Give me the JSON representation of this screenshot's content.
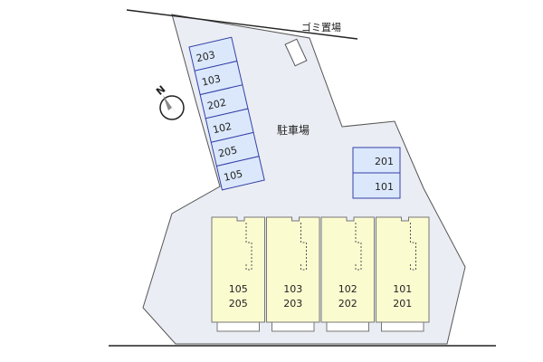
{
  "map": {
    "garbage_label": "ゴミ置場",
    "parking_label": "駐車場",
    "compass_label": "N",
    "parking_left": [
      "203",
      "103",
      "202",
      "102",
      "205",
      "105"
    ],
    "parking_right": [
      "201",
      "101"
    ],
    "units": [
      {
        "lower": "105",
        "upper": "205"
      },
      {
        "lower": "103",
        "upper": "203"
      },
      {
        "lower": "102",
        "upper": "202"
      },
      {
        "lower": "101",
        "upper": "201"
      }
    ]
  },
  "colors": {
    "lot": "#eaedf3",
    "parking": "#dbe8fb",
    "parking_border": "#3440a8",
    "building": "#fbfbd0",
    "building_border": "#777777"
  }
}
